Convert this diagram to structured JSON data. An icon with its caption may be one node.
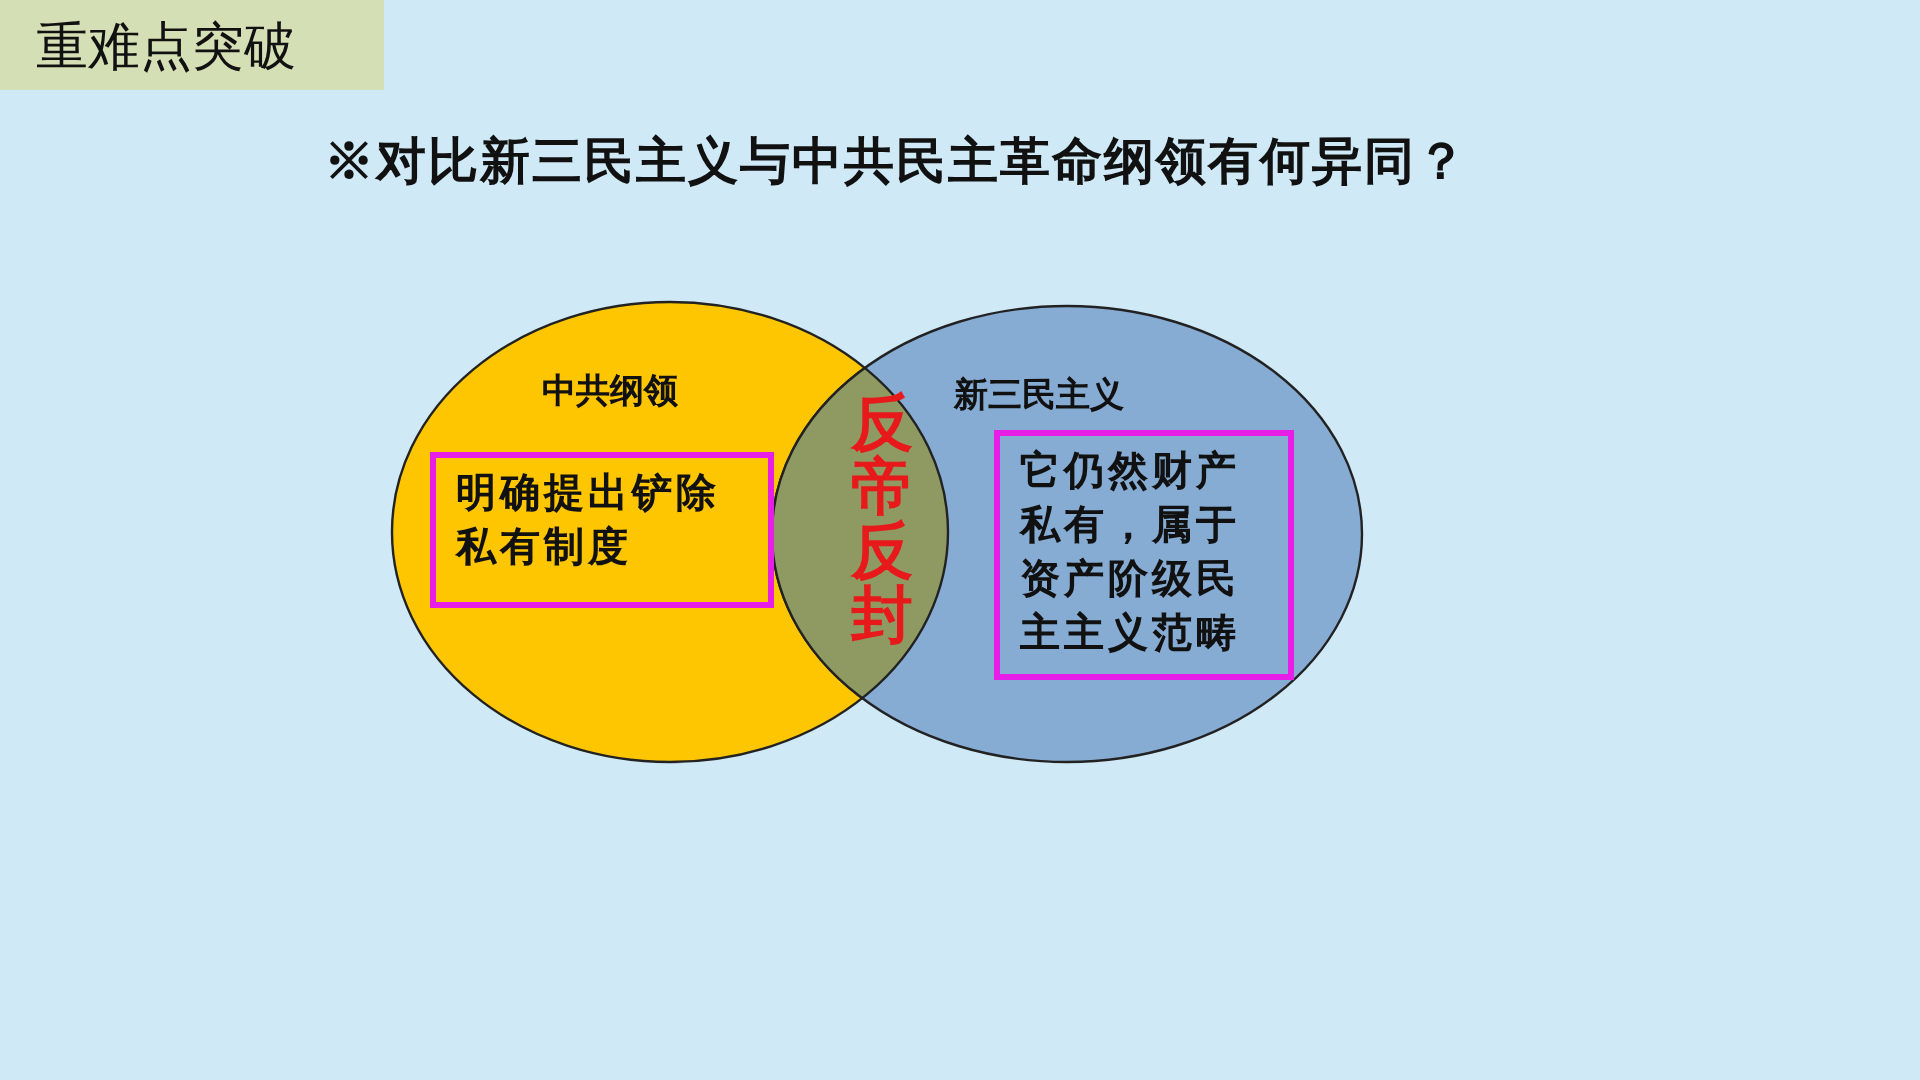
{
  "diagram": {
    "title": "※对比新三民主义与中共民主革命纲领有何异同？",
    "nodes": [
      {
        "text": [
          "重难点突破"
        ]
      },
      {
        "text": [
          "中共纲领"
        ]
      },
      {
        "text": [
          "新三民主义"
        ]
      },
      {
        "text": [
          "明确提出铲除私有制度"
        ],
        "in": 1
      },
      {
        "text": [
          "它仍然财产私有，属于资产阶级民主主义范畴"
        ],
        "in": 2
      }
    ],
    "labels": [
      "反帝反封"
    ]
  }
}
